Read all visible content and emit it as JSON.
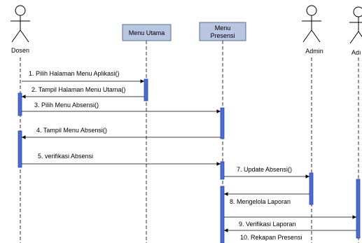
{
  "colors": {
    "lifeline": "#000000",
    "activation_fill": "#4a6cd4",
    "activation_stroke": "#2c46a6",
    "object_fill": "#b8c6e2",
    "object_stroke": "#5d6f94",
    "message_line": "#000000",
    "background": "#ffffff"
  },
  "participants": [
    {
      "id": "dosen",
      "kind": "actor",
      "label": "Dosen"
    },
    {
      "id": "menu_utama",
      "kind": "object",
      "label": "Menu Utama"
    },
    {
      "id": "menu_presensi",
      "kind": "object",
      "label_lines": [
        "Menu",
        "Presensi"
      ]
    },
    {
      "id": "admin",
      "kind": "actor",
      "label": "Admin"
    },
    {
      "id": "admin2",
      "kind": "actor",
      "label": "Adı"
    }
  ],
  "messages": [
    {
      "n": 1,
      "label": "1. Pilih Halaman Menu Aplikasi()",
      "from": "dosen",
      "to": "menu_utama"
    },
    {
      "n": 2,
      "label": "2. Tampil Halaman Menu Utama()",
      "from": "menu_utama",
      "to": "dosen"
    },
    {
      "n": 3,
      "label": "3. Pilih Menu Absensi()",
      "from": "dosen",
      "to": "menu_presensi"
    },
    {
      "n": 4,
      "label": "4. Tampil Menu Absensi()",
      "from": "menu_presensi",
      "to": "dosen"
    },
    {
      "n": 5,
      "label": "5. verifikasi Absensi",
      "from": "dosen",
      "to": "menu_presensi"
    },
    {
      "n": 7,
      "label": "7. Update Absensi()",
      "from": "menu_presensi",
      "to": "admin"
    },
    {
      "n": 8,
      "label": "8. Mengelola Laporan",
      "from": "admin",
      "to": "menu_presensi"
    },
    {
      "n": 9,
      "label": "9. Verifikasi Laporan",
      "from": "menu_presensi",
      "to": "admin2"
    },
    {
      "n": 10,
      "label": "10. Rekapan Presensi",
      "from": "admin2",
      "to": "menu_presensi"
    }
  ]
}
